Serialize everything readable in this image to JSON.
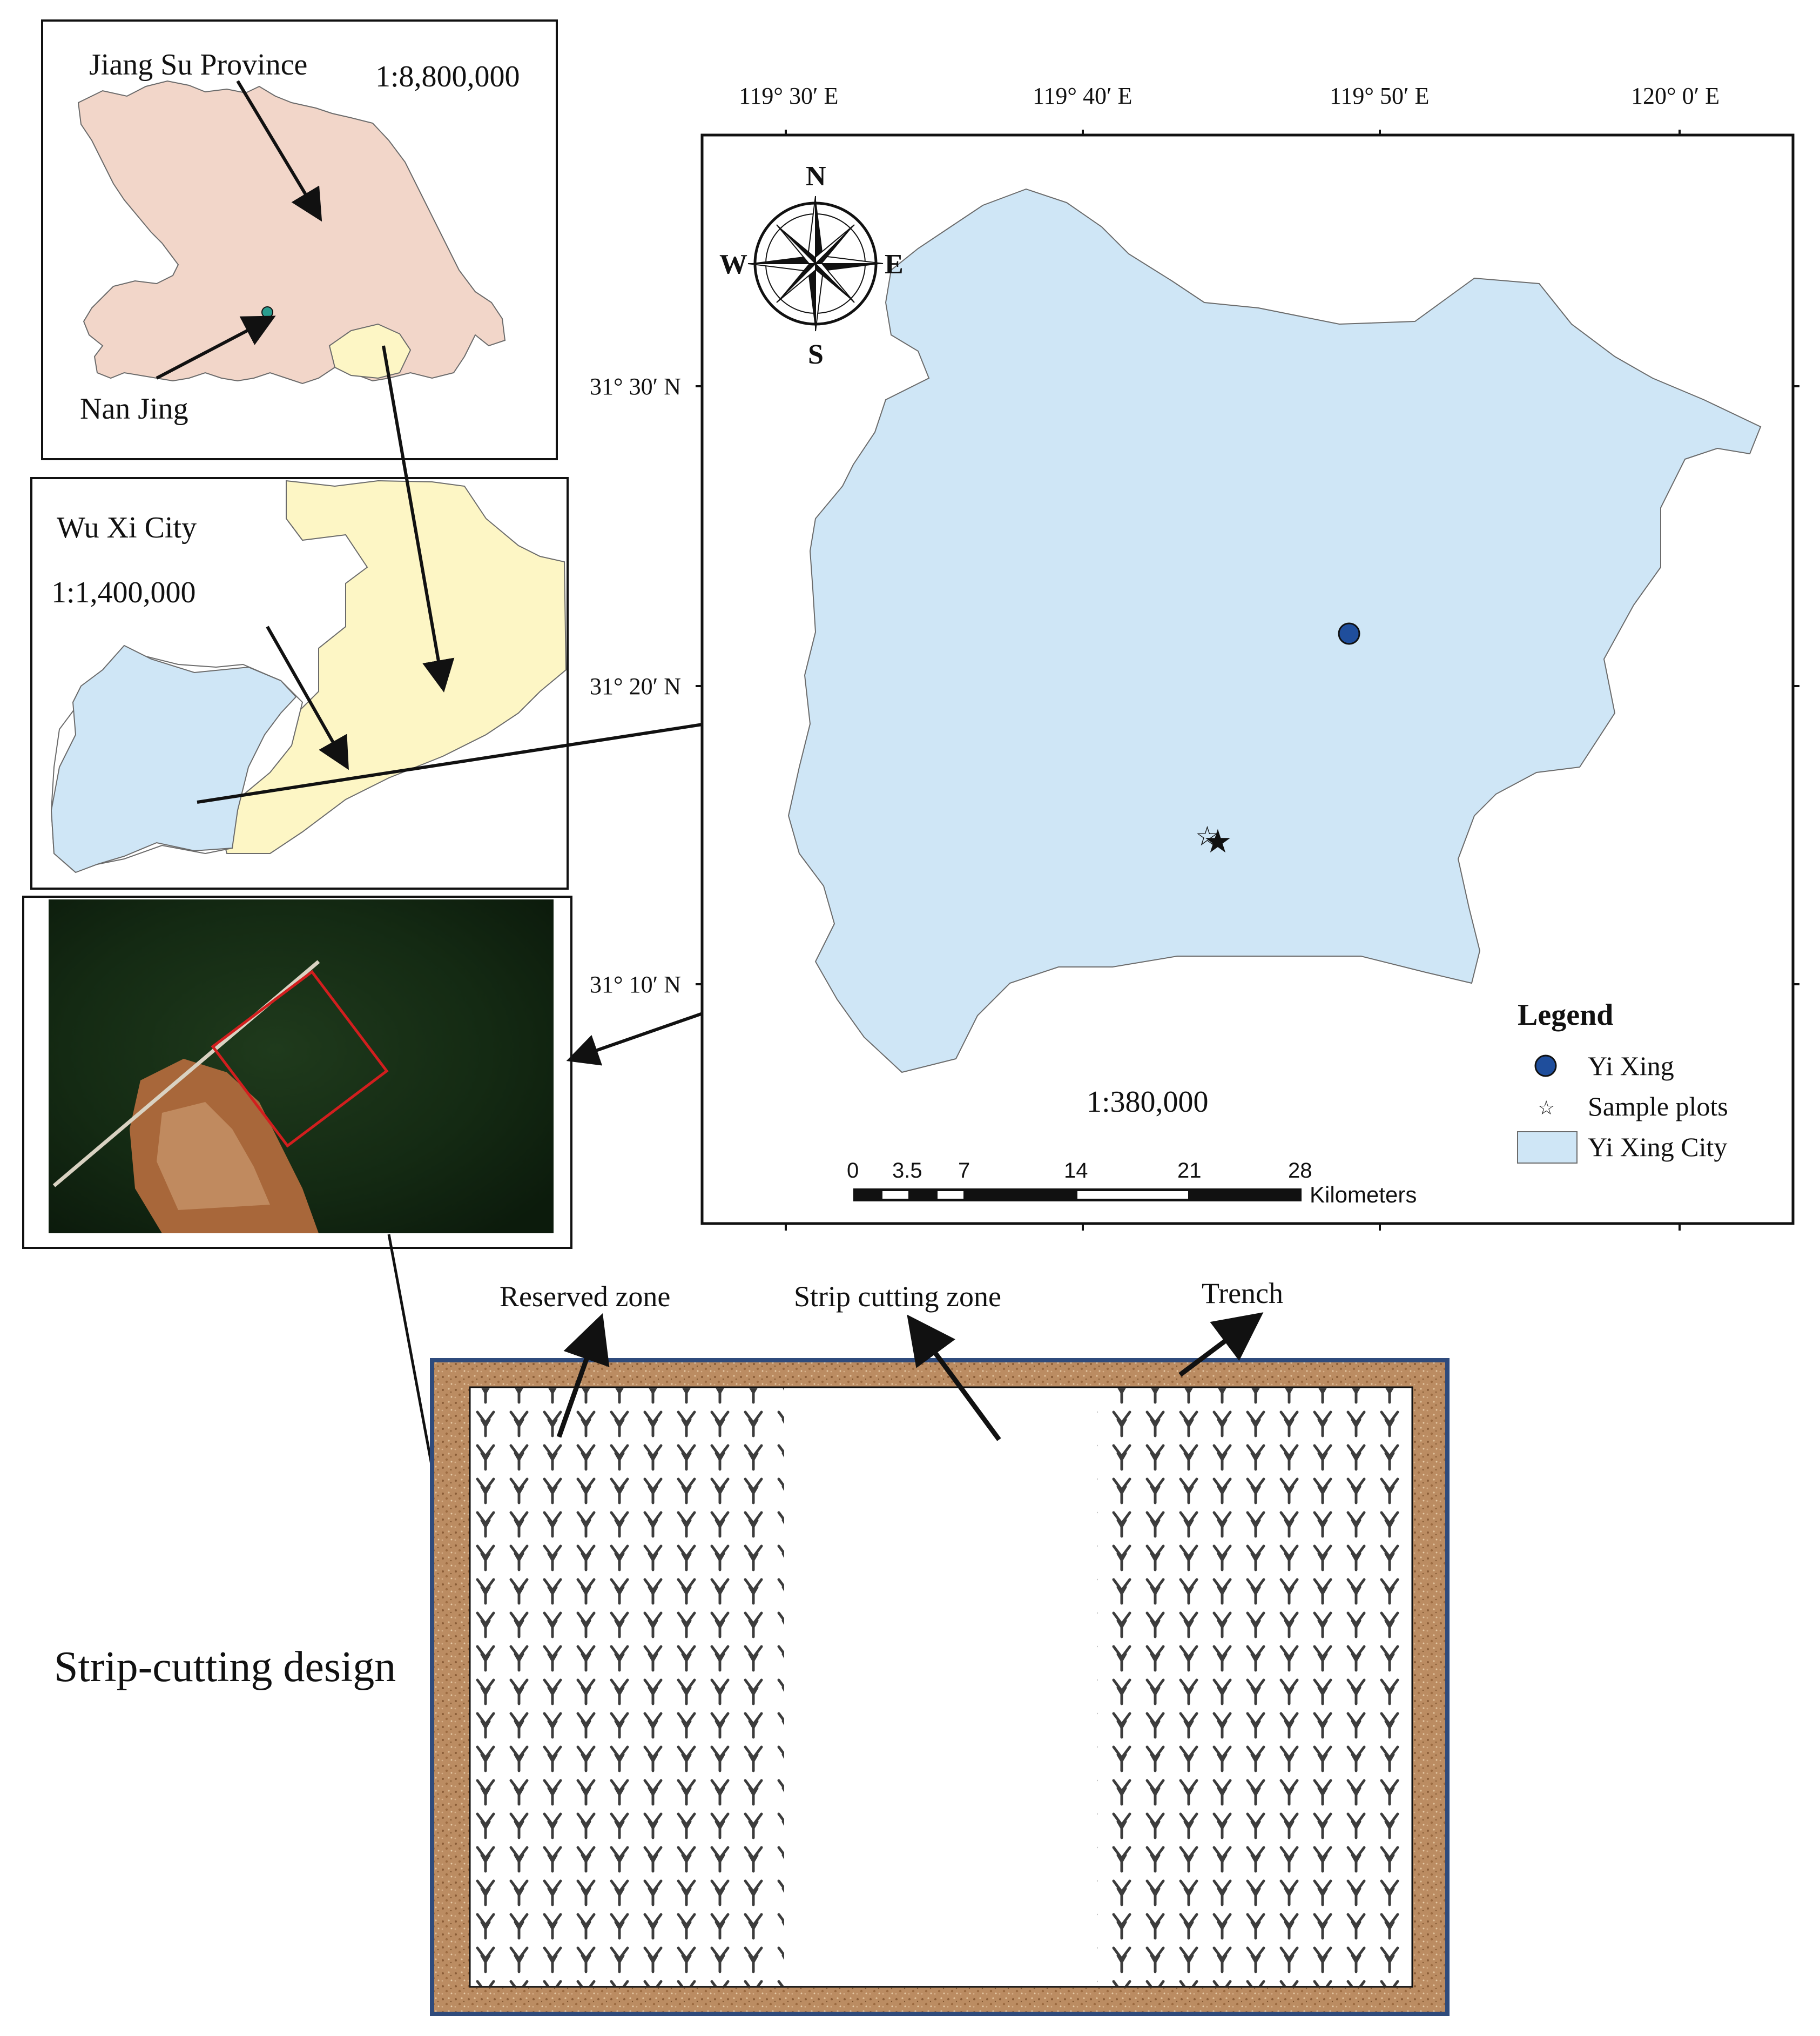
{
  "jiangsu_panel": {
    "title": "Jiang Su Province",
    "scale": "1:8,800,000",
    "city_label": "Nan Jing"
  },
  "wuxi_panel": {
    "title": "Wu Xi City",
    "scale": "1:1,400,000"
  },
  "main_map": {
    "lon_labels": [
      "119° 30′ E",
      "119° 40′ E",
      "119° 50′ E",
      "120° 0′ E"
    ],
    "lat_labels": [
      "31° 30′ N",
      "31° 20′ N",
      "31° 10′ N"
    ],
    "scale": "1:380,000",
    "compass": {
      "n": "N",
      "s": "S",
      "e": "E",
      "w": "W"
    },
    "legend": {
      "title": "Legend",
      "items": [
        {
          "label": "Yi Xing",
          "symbol": "circle",
          "color": "#1f4e9c"
        },
        {
          "label": "Sample plots",
          "symbol": "star",
          "color": "#111111"
        },
        {
          "label": "Yi Xing City",
          "symbol": "fill",
          "color": "#cfe6f6"
        }
      ]
    },
    "scalebar": {
      "ticks": [
        "0",
        "3.5",
        "7",
        "14",
        "21",
        "28"
      ],
      "unit": "Kilometers"
    }
  },
  "design": {
    "title": "Strip-cutting design",
    "labels": {
      "reserved": "Reserved zone",
      "strip": "Strip cutting zone",
      "trench": "Trench"
    }
  },
  "colors": {
    "jiangsu_fill": "#f2d6c9",
    "wuxi_fill": "#fdf6c5",
    "yixing_fill": "#cfe6f6",
    "trench": "#b8895f",
    "frame": "#2f4b7c",
    "plot_outline": "#d21e1e"
  }
}
